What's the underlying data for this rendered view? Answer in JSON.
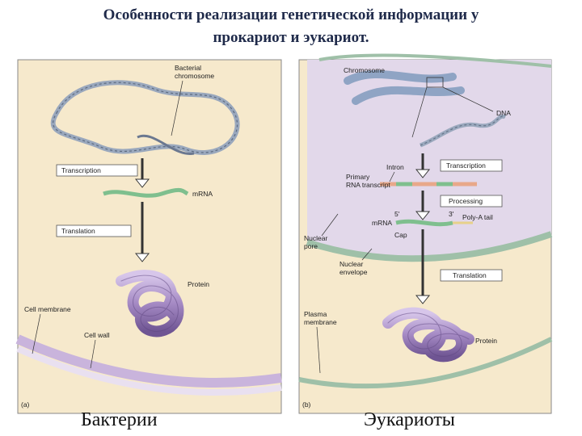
{
  "title": {
    "line1": "Особенности реализации генетической информации у",
    "line2": "прокариот и эукариот."
  },
  "panel_a": {
    "letter": "(a)",
    "bacterial_chromosome": [
      "Bacterial",
      "chromosome"
    ],
    "transcription": "Transcription",
    "mrna": "mRNA",
    "translation": "Translation",
    "protein": "Protein",
    "cell_membrane": "Cell membrane",
    "cell_wall": "Cell wall",
    "caption": "Бактерии"
  },
  "panel_b": {
    "letter": "(b)",
    "chromosome": "Chromosome",
    "dna": "DNA",
    "intron": "Intron",
    "transcription": "Transcription",
    "primary_rna": [
      "Primary",
      "RNA transcript"
    ],
    "processing": "Processing",
    "five_prime": "5'",
    "three_prime": "3'",
    "mrna": "mRNA",
    "cap": "Cap",
    "poly_a": "Poly-A tail",
    "nuclear_pore": [
      "Nuclear",
      "pore"
    ],
    "nuclear_envelope": [
      "Nuclear",
      "envelope"
    ],
    "translation": "Translation",
    "plasma_membrane": [
      "Plasma",
      "membrane"
    ],
    "protein": "Protein",
    "caption": "Эукариоты"
  },
  "colors": {
    "cytoplasm": "#f4e6c6",
    "nucleus": "#e2d8ea",
    "membrane": "#9fc0a8",
    "protein": "#a58ac4",
    "mrna": "#8cc29a",
    "dna": "#b9c4d4"
  }
}
